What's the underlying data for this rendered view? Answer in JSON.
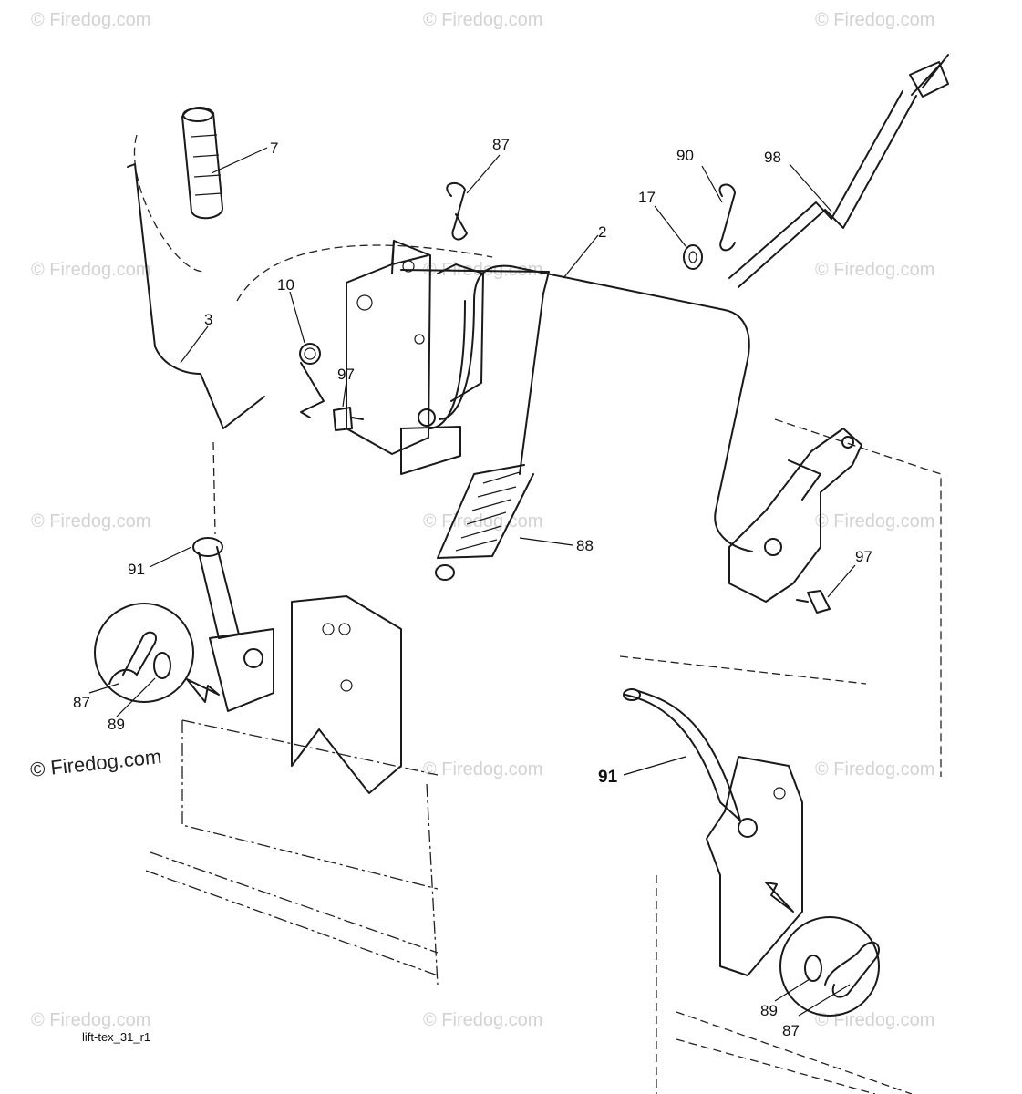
{
  "watermark": "© Firedog.com",
  "figure_id": "lift-tex_31_r1",
  "callouts": {
    "c7": "7",
    "c87_top": "87",
    "c90": "90",
    "c98": "98",
    "c17": "17",
    "c2": "2",
    "c10": "10",
    "c3": "3",
    "c97_left": "97",
    "c88": "88",
    "c97_right": "97",
    "c91_left": "91",
    "c87_left": "87",
    "c89_left": "89",
    "c91_right": "91",
    "c89_right": "89",
    "c87_right": "87"
  }
}
